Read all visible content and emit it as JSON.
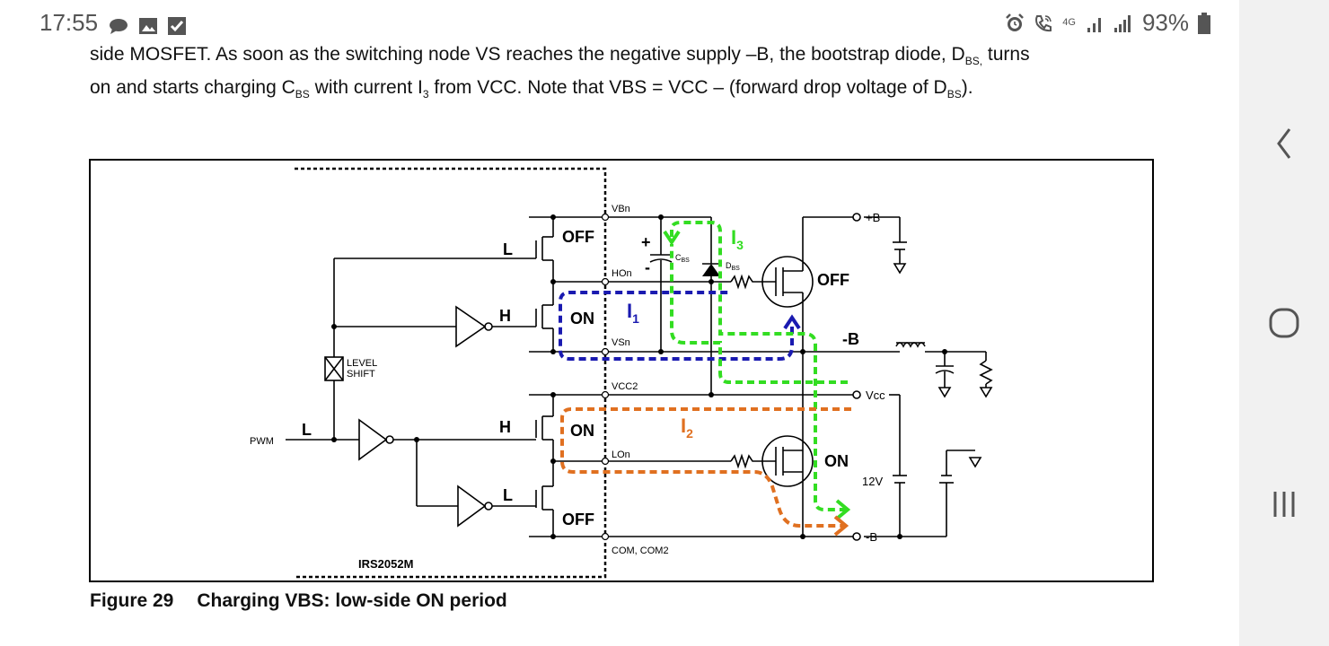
{
  "status_bar": {
    "time": "17:55",
    "left_icons": [
      "chat-bubble-icon",
      "image-icon",
      "checkbox-icon"
    ],
    "right_icons": [
      "alarm-icon",
      "wifi-call-icon",
      "4g-icon",
      "signal-icon",
      "signal-icon",
      "battery-icon"
    ],
    "network": "4G",
    "battery": "93%"
  },
  "document": {
    "line1": "side MOSFET. As soon as the switching node VS reaches the negative supply –B, the bootstrap diode, D",
    "line1_sub": "BS,",
    "line1_end": " turns",
    "line2_a": "on and starts charging C",
    "line2_sub1": "BS",
    "line2_b": " with current I",
    "line2_sub2": "3",
    "line2_c": " from VCC. Note that VBS = VCC – (forward drop voltage of D",
    "line2_sub3": "BS",
    "line2_d": ").",
    "caption_number": "Figure 29",
    "caption_text": "Charging VBS: low-side ON period"
  },
  "schematic": {
    "chip_name": "IRS2052M",
    "pins": {
      "vbn": "VBn",
      "hon": "HOn",
      "vsn": "VSn",
      "vcc2": "VCC2",
      "lon": "LOn",
      "com": "COM, COM2"
    },
    "states": {
      "off_top": "OFF",
      "on_top": "ON",
      "on_bottom": "ON",
      "off_bottom": "OFF",
      "mos_high": "OFF",
      "mos_low": "ON"
    },
    "gate_labels": {
      "l_top": "L",
      "h_top": "H",
      "h_bottom": "H",
      "l_bottom": "L",
      "pwm_level": "L"
    },
    "pwm": "PWM",
    "level_shift_1": "LEVEL",
    "level_shift_2": "SHIFT",
    "cbs_plus": "+",
    "cbs_minus": "-",
    "cbs": "C",
    "cbs_sub": "BS",
    "dbs": "D",
    "dbs_sub": "BS",
    "plus_b": "+B",
    "minus_b_mid": "-B",
    "minus_b_bottom": "-B",
    "vcc": "Vcc",
    "v12": "12V",
    "currents": {
      "i1": "I",
      "i1_sub": "1",
      "i2": "I",
      "i2_sub": "2",
      "i3": "I",
      "i3_sub": "3"
    },
    "colors": {
      "i1": "#1a1ab0",
      "i2": "#e07020",
      "i3": "#33dd22"
    }
  },
  "navbar": {
    "icons": [
      "back-icon",
      "home-icon",
      "recents-icon"
    ]
  }
}
